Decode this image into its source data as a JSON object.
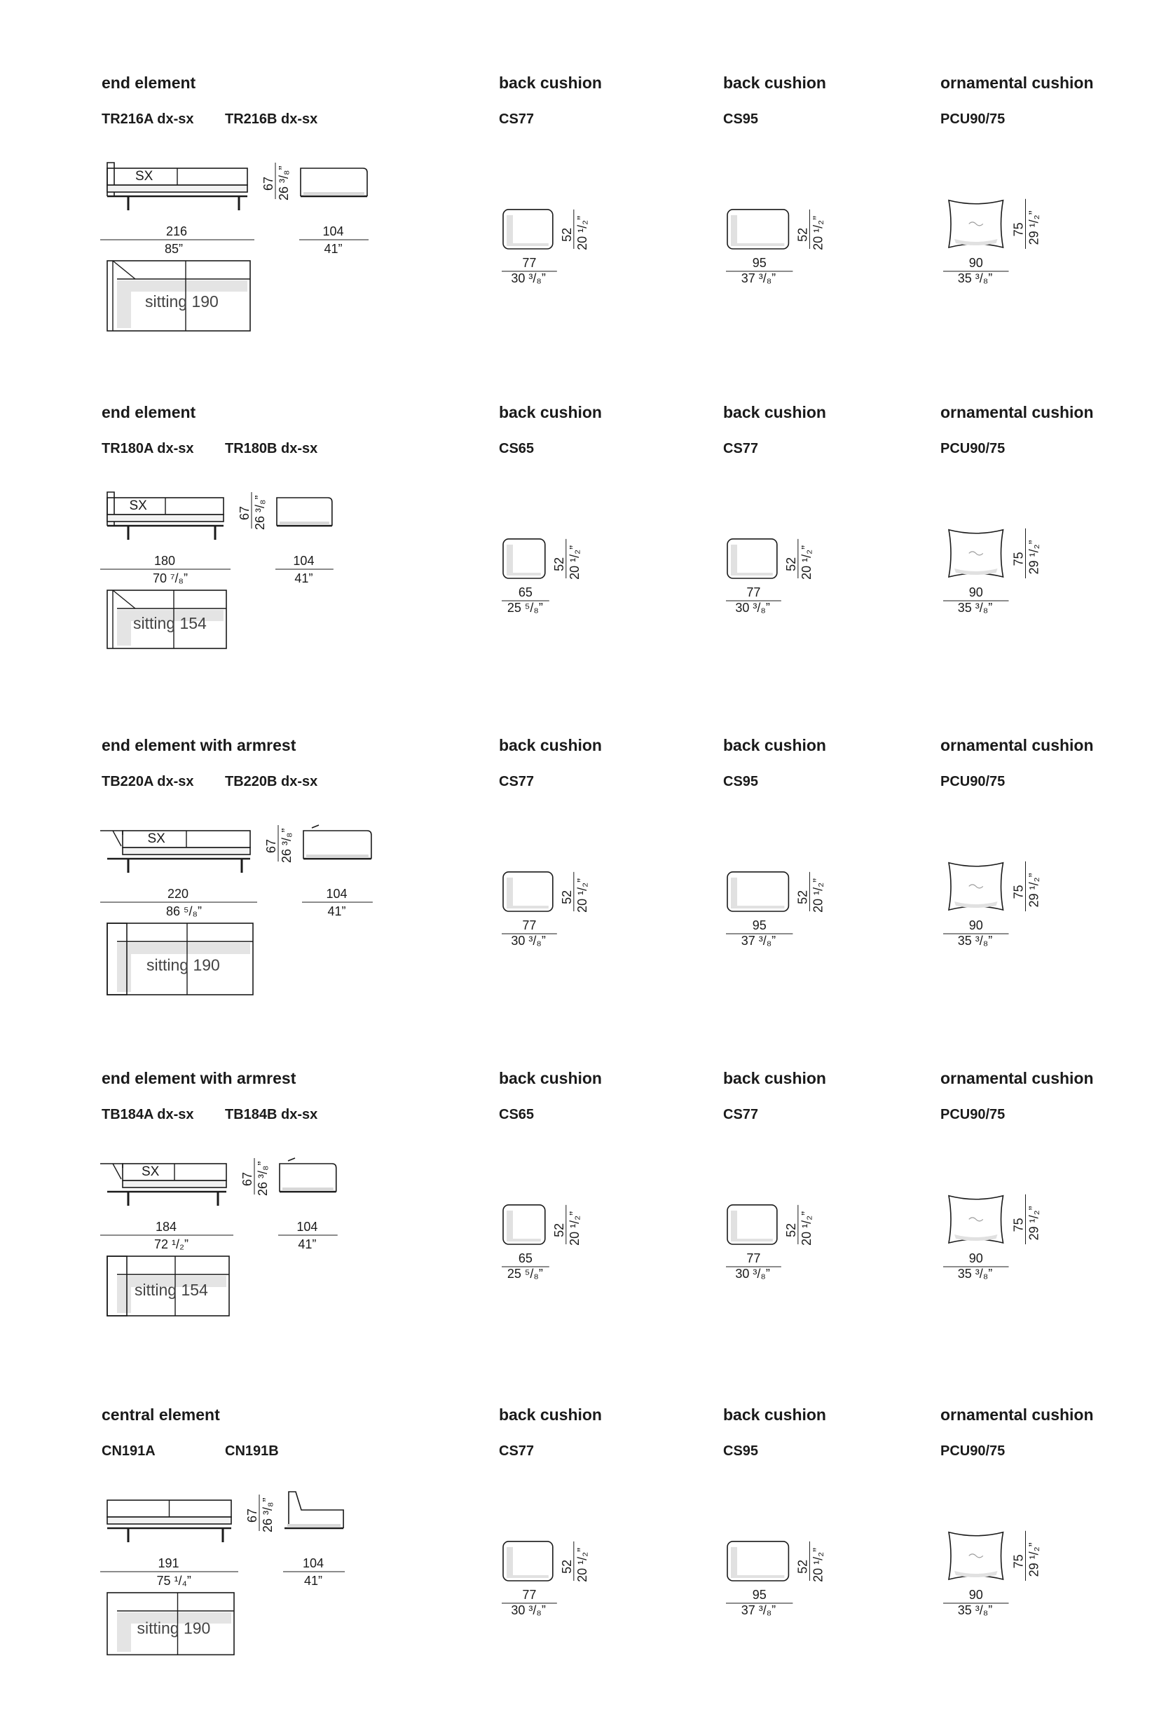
{
  "rows": [
    {
      "main": {
        "title": "end element",
        "codes": [
          "TR216A dx-sx",
          "TR216B dx-sx"
        ],
        "side_label": "SX",
        "width_cm": "216",
        "width_in": "85”",
        "height_cm": "67",
        "height_in": "26 ³/₈”",
        "depth_cm": "104",
        "depth_in": "41”",
        "sitting": "sitting 190",
        "variant": "end"
      },
      "cushions": [
        {
          "title": "back cushion",
          "code": "CS77",
          "w_cm": "77",
          "w_in": "30 ³/₈”",
          "h_cm": "52",
          "h_in": "20 ¹/₂”",
          "kind": "back"
        },
        {
          "title": "back cushion",
          "code": "CS95",
          "w_cm": "95",
          "w_in": "37 ³/₈”",
          "h_cm": "52",
          "h_in": "20 ¹/₂”",
          "kind": "back"
        },
        {
          "title": "ornamental cushion",
          "code": "PCU90/75",
          "w_cm": "90",
          "w_in": "35 ³/₈”",
          "h_cm": "75",
          "h_in": "29 ¹/₂”",
          "kind": "ornamental"
        }
      ]
    },
    {
      "main": {
        "title": "end element",
        "codes": [
          "TR180A dx-sx",
          "TR180B dx-sx"
        ],
        "side_label": "SX",
        "width_cm": "180",
        "width_in": "70 ⁷/₈”",
        "height_cm": "67",
        "height_in": "26 ³/₈”",
        "depth_cm": "104",
        "depth_in": "41”",
        "sitting": "sitting 154",
        "variant": "end"
      },
      "cushions": [
        {
          "title": "back cushion",
          "code": "CS65",
          "w_cm": "65",
          "w_in": "25 ⁵/₈”",
          "h_cm": "52",
          "h_in": "20 ¹/₂”",
          "kind": "back"
        },
        {
          "title": "back cushion",
          "code": "CS77",
          "w_cm": "77",
          "w_in": "30 ³/₈”",
          "h_cm": "52",
          "h_in": "20 ¹/₂”",
          "kind": "back"
        },
        {
          "title": "ornamental cushion",
          "code": "PCU90/75",
          "w_cm": "90",
          "w_in": "35 ³/₈”",
          "h_cm": "75",
          "h_in": "29 ¹/₂”",
          "kind": "ornamental"
        }
      ]
    },
    {
      "main": {
        "title": "end element with armrest",
        "codes": [
          "TB220A dx-sx",
          "TB220B dx-sx"
        ],
        "side_label": "SX",
        "width_cm": "220",
        "width_in": "86 ⁵/₈”",
        "height_cm": "67",
        "height_in": "26 ³/₈”",
        "depth_cm": "104",
        "depth_in": "41”",
        "sitting": "sitting 190",
        "variant": "armrest"
      },
      "cushions": [
        {
          "title": "back cushion",
          "code": "CS77",
          "w_cm": "77",
          "w_in": "30 ³/₈”",
          "h_cm": "52",
          "h_in": "20 ¹/₂”",
          "kind": "back"
        },
        {
          "title": "back cushion",
          "code": "CS95",
          "w_cm": "95",
          "w_in": "37 ³/₈”",
          "h_cm": "52",
          "h_in": "20 ¹/₂”",
          "kind": "back"
        },
        {
          "title": "ornamental cushion",
          "code": "PCU90/75",
          "w_cm": "90",
          "w_in": "35 ³/₈”",
          "h_cm": "75",
          "h_in": "29 ¹/₂”",
          "kind": "ornamental"
        }
      ]
    },
    {
      "main": {
        "title": "end element with armrest",
        "codes": [
          "TB184A dx-sx",
          "TB184B dx-sx"
        ],
        "side_label": "SX",
        "width_cm": "184",
        "width_in": "72 ¹/₂”",
        "height_cm": "67",
        "height_in": "26 ³/₈”",
        "depth_cm": "104",
        "depth_in": "41”",
        "sitting": "sitting 154",
        "variant": "armrest"
      },
      "cushions": [
        {
          "title": "back cushion",
          "code": "CS65",
          "w_cm": "65",
          "w_in": "25 ⁵/₈”",
          "h_cm": "52",
          "h_in": "20 ¹/₂”",
          "kind": "back"
        },
        {
          "title": "back cushion",
          "code": "CS77",
          "w_cm": "77",
          "w_in": "30 ³/₈”",
          "h_cm": "52",
          "h_in": "20 ¹/₂”",
          "kind": "back"
        },
        {
          "title": "ornamental cushion",
          "code": "PCU90/75",
          "w_cm": "90",
          "w_in": "35 ³/₈”",
          "h_cm": "75",
          "h_in": "29 ¹/₂”",
          "kind": "ornamental"
        }
      ]
    },
    {
      "main": {
        "title": "central element",
        "codes": [
          "CN191A",
          "CN191B"
        ],
        "side_label": "",
        "width_cm": "191",
        "width_in": "75 ¹/₄”",
        "height_cm": "67",
        "height_in": "26 ³/₈”",
        "depth_cm": "104",
        "depth_in": "41”",
        "sitting": "sitting 190",
        "variant": "central"
      },
      "cushions": [
        {
          "title": "back cushion",
          "code": "CS77",
          "w_cm": "77",
          "w_in": "30 ³/₈”",
          "h_cm": "52",
          "h_in": "20 ¹/₂”",
          "kind": "back"
        },
        {
          "title": "back cushion",
          "code": "CS95",
          "w_cm": "95",
          "w_in": "37 ³/₈”",
          "h_cm": "52",
          "h_in": "20 ¹/₂”",
          "kind": "back"
        },
        {
          "title": "ornamental cushion",
          "code": "PCU90/75",
          "w_cm": "90",
          "w_in": "35 ³/₈”",
          "h_cm": "75",
          "h_in": "29 ¹/₂”",
          "kind": "ornamental"
        }
      ]
    }
  ]
}
